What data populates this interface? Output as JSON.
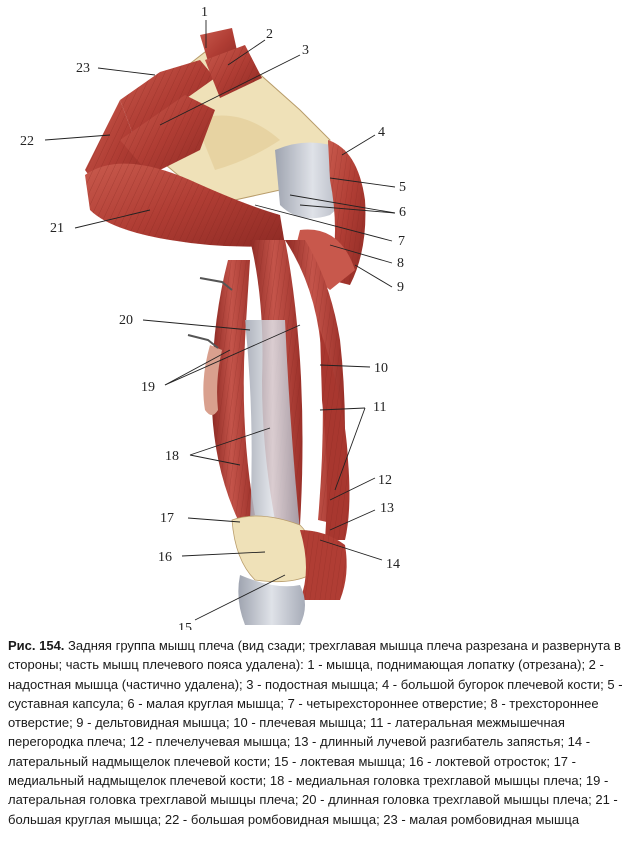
{
  "labels": [
    {
      "n": "1"
    },
    {
      "n": "2"
    },
    {
      "n": "3"
    },
    {
      "n": "4"
    },
    {
      "n": "5"
    },
    {
      "n": "6"
    },
    {
      "n": "7"
    },
    {
      "n": "8"
    },
    {
      "n": "9"
    },
    {
      "n": "10"
    },
    {
      "n": "11"
    },
    {
      "n": "12"
    },
    {
      "n": "13"
    },
    {
      "n": "14"
    },
    {
      "n": "15"
    },
    {
      "n": "16"
    },
    {
      "n": "17"
    },
    {
      "n": "18"
    },
    {
      "n": "19"
    },
    {
      "n": "20"
    },
    {
      "n": "21"
    },
    {
      "n": "22"
    },
    {
      "n": "23"
    }
  ],
  "caption": {
    "prefix": "Рис. 154.",
    "text": " Задняя группа мышц плеча (вид сзади; трехглавая мышца плеча разрезана и развернута в стороны; часть мышц плечевого пояса удалена): 1 - мышца, поднимающая лопатку (отрезана); 2 - надостная мышца (частично удалена); 3 - подостная мышца; 4 - большой бугорок плечевой кости; 5 - суставная капсула; 6 - малая круглая мышца; 7 - четырехстороннее отверстие; 8 - трехстороннее отверстие; 9 - дельтовидная мышца; 10 - плечевая мышца; 11 - латеральная межмышечная перегородка плеча; 12 - плечелучевая мышца; 13 - длинный лучевой разгибатель запястья; 14 - латеральный надмыщелок плечевой кости; 15 - локтевая мышца; 16 - локтевой отросток; 17 - медиальный надмыщелок плечевой кости; 18 - медиальная головка трехглавой мышцы плеча; 19 - латеральная головка трехглавой мышцы плеча; 20 - длинная головка трехглавой мышцы плеча; 21 - большая круглая мышца; 22 - большая ромбовидная мышца; 23 - малая ромбовидная мышца"
  },
  "colors": {
    "muscle": "#b8433a",
    "muscle_dark": "#8e2a24",
    "muscle_light": "#cf6a5c",
    "bone": "#efe1b8",
    "tendon": "#c9ccd4",
    "skin": "#d9a08e"
  }
}
